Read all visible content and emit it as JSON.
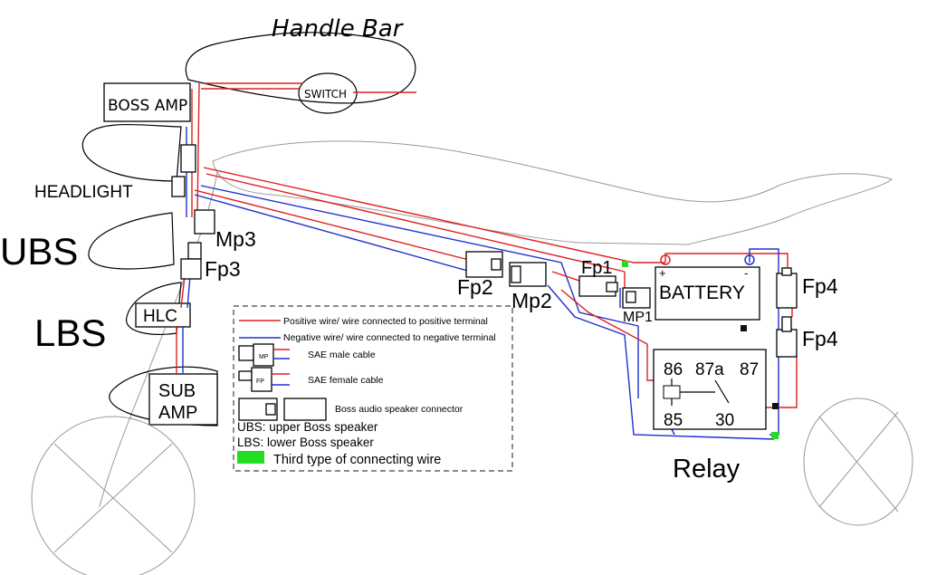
{
  "labels": {
    "handle_bar": "Handle Bar",
    "switch": "SWITCH",
    "boss_amp": "BOSS AMP",
    "headlight": "HEADLIGHT",
    "ubs": "UBS",
    "lbs": "LBS",
    "hlc": "HLC",
    "sub_amp_1": "SUB",
    "sub_amp_2": "AMP",
    "mp3": "Mp3",
    "fp3": "Fp3",
    "fp2": "Fp2",
    "mp2": "Mp2",
    "fp1": "Fp1",
    "mp1": "MP1",
    "battery": "BATTERY",
    "fp4_top": "Fp4",
    "fp4_bottom": "Fp4",
    "relay": "Relay",
    "pin_86": "86",
    "pin_87a": "87a",
    "pin_87": "87",
    "pin_85": "85",
    "pin_30": "30",
    "battery_plus": "+",
    "battery_minus": "-"
  },
  "legend": {
    "positive": "Positive wire/ wire connected to positive terminal",
    "negative": "Negative wire/ wire connected to negative terminal",
    "male": "SAE male cable",
    "male_tag": "MP",
    "female": "SAE female cable",
    "female_tag": "FP",
    "speaker_connector": "Boss audio speaker connector",
    "ubs_def": "UBS: upper Boss speaker",
    "lbs_def": "LBS: lower Boss speaker",
    "third": "Third type of connecting wire"
  },
  "colors": {
    "positive": "#e02020",
    "negative": "#2030d0",
    "third": "#22dd22"
  }
}
